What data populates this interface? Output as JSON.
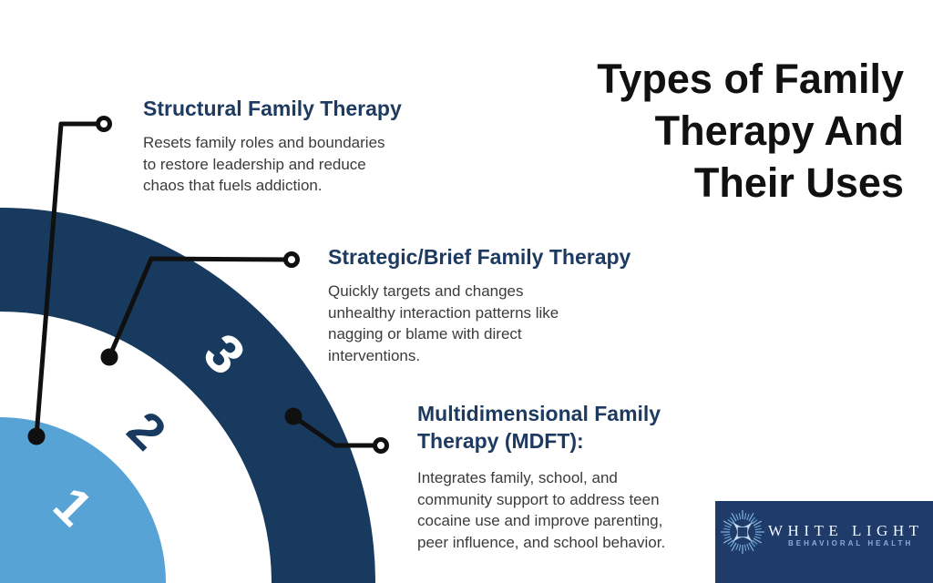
{
  "title": {
    "lines": [
      "Types of Family",
      "Therapy And",
      "Their Uses"
    ]
  },
  "sections": [
    {
      "number": "1",
      "heading_lines": [
        "Structural Family Therapy"
      ],
      "body_lines": [
        "Resets family roles and boundaries",
        "to restore leadership and reduce",
        "chaos that fuels addiction."
      ]
    },
    {
      "number": "2",
      "heading_lines": [
        "Strategic/Brief Family Therapy"
      ],
      "body_lines": [
        "Quickly targets and changes",
        "unhealthy interaction patterns like",
        "nagging or blame with direct",
        "interventions."
      ]
    },
    {
      "number": "3",
      "heading_lines": [
        "Multidimensional Family",
        "Therapy (MDFT):"
      ],
      "body_lines": [
        "Integrates family, school, and",
        "community support to address teen",
        "cocaine use and improve parenting,",
        "peer influence, and school behavior."
      ]
    }
  ],
  "logo": {
    "name": "WHITE LIGHT",
    "tagline": "BEHAVIORAL HEALTH",
    "icon": "starburst-icon"
  },
  "colors": {
    "ring_navy": "#173a5e",
    "ring_light_blue": "#58a3d6",
    "heading_navy": "#1d3b60",
    "body_text": "#3b3b3d",
    "title_black": "#111111",
    "connector_black": "#101010",
    "logo_background": "#1e3b6a",
    "logo_name_text": "#f2f6fb",
    "logo_tagline_text": "#8cadd9"
  }
}
